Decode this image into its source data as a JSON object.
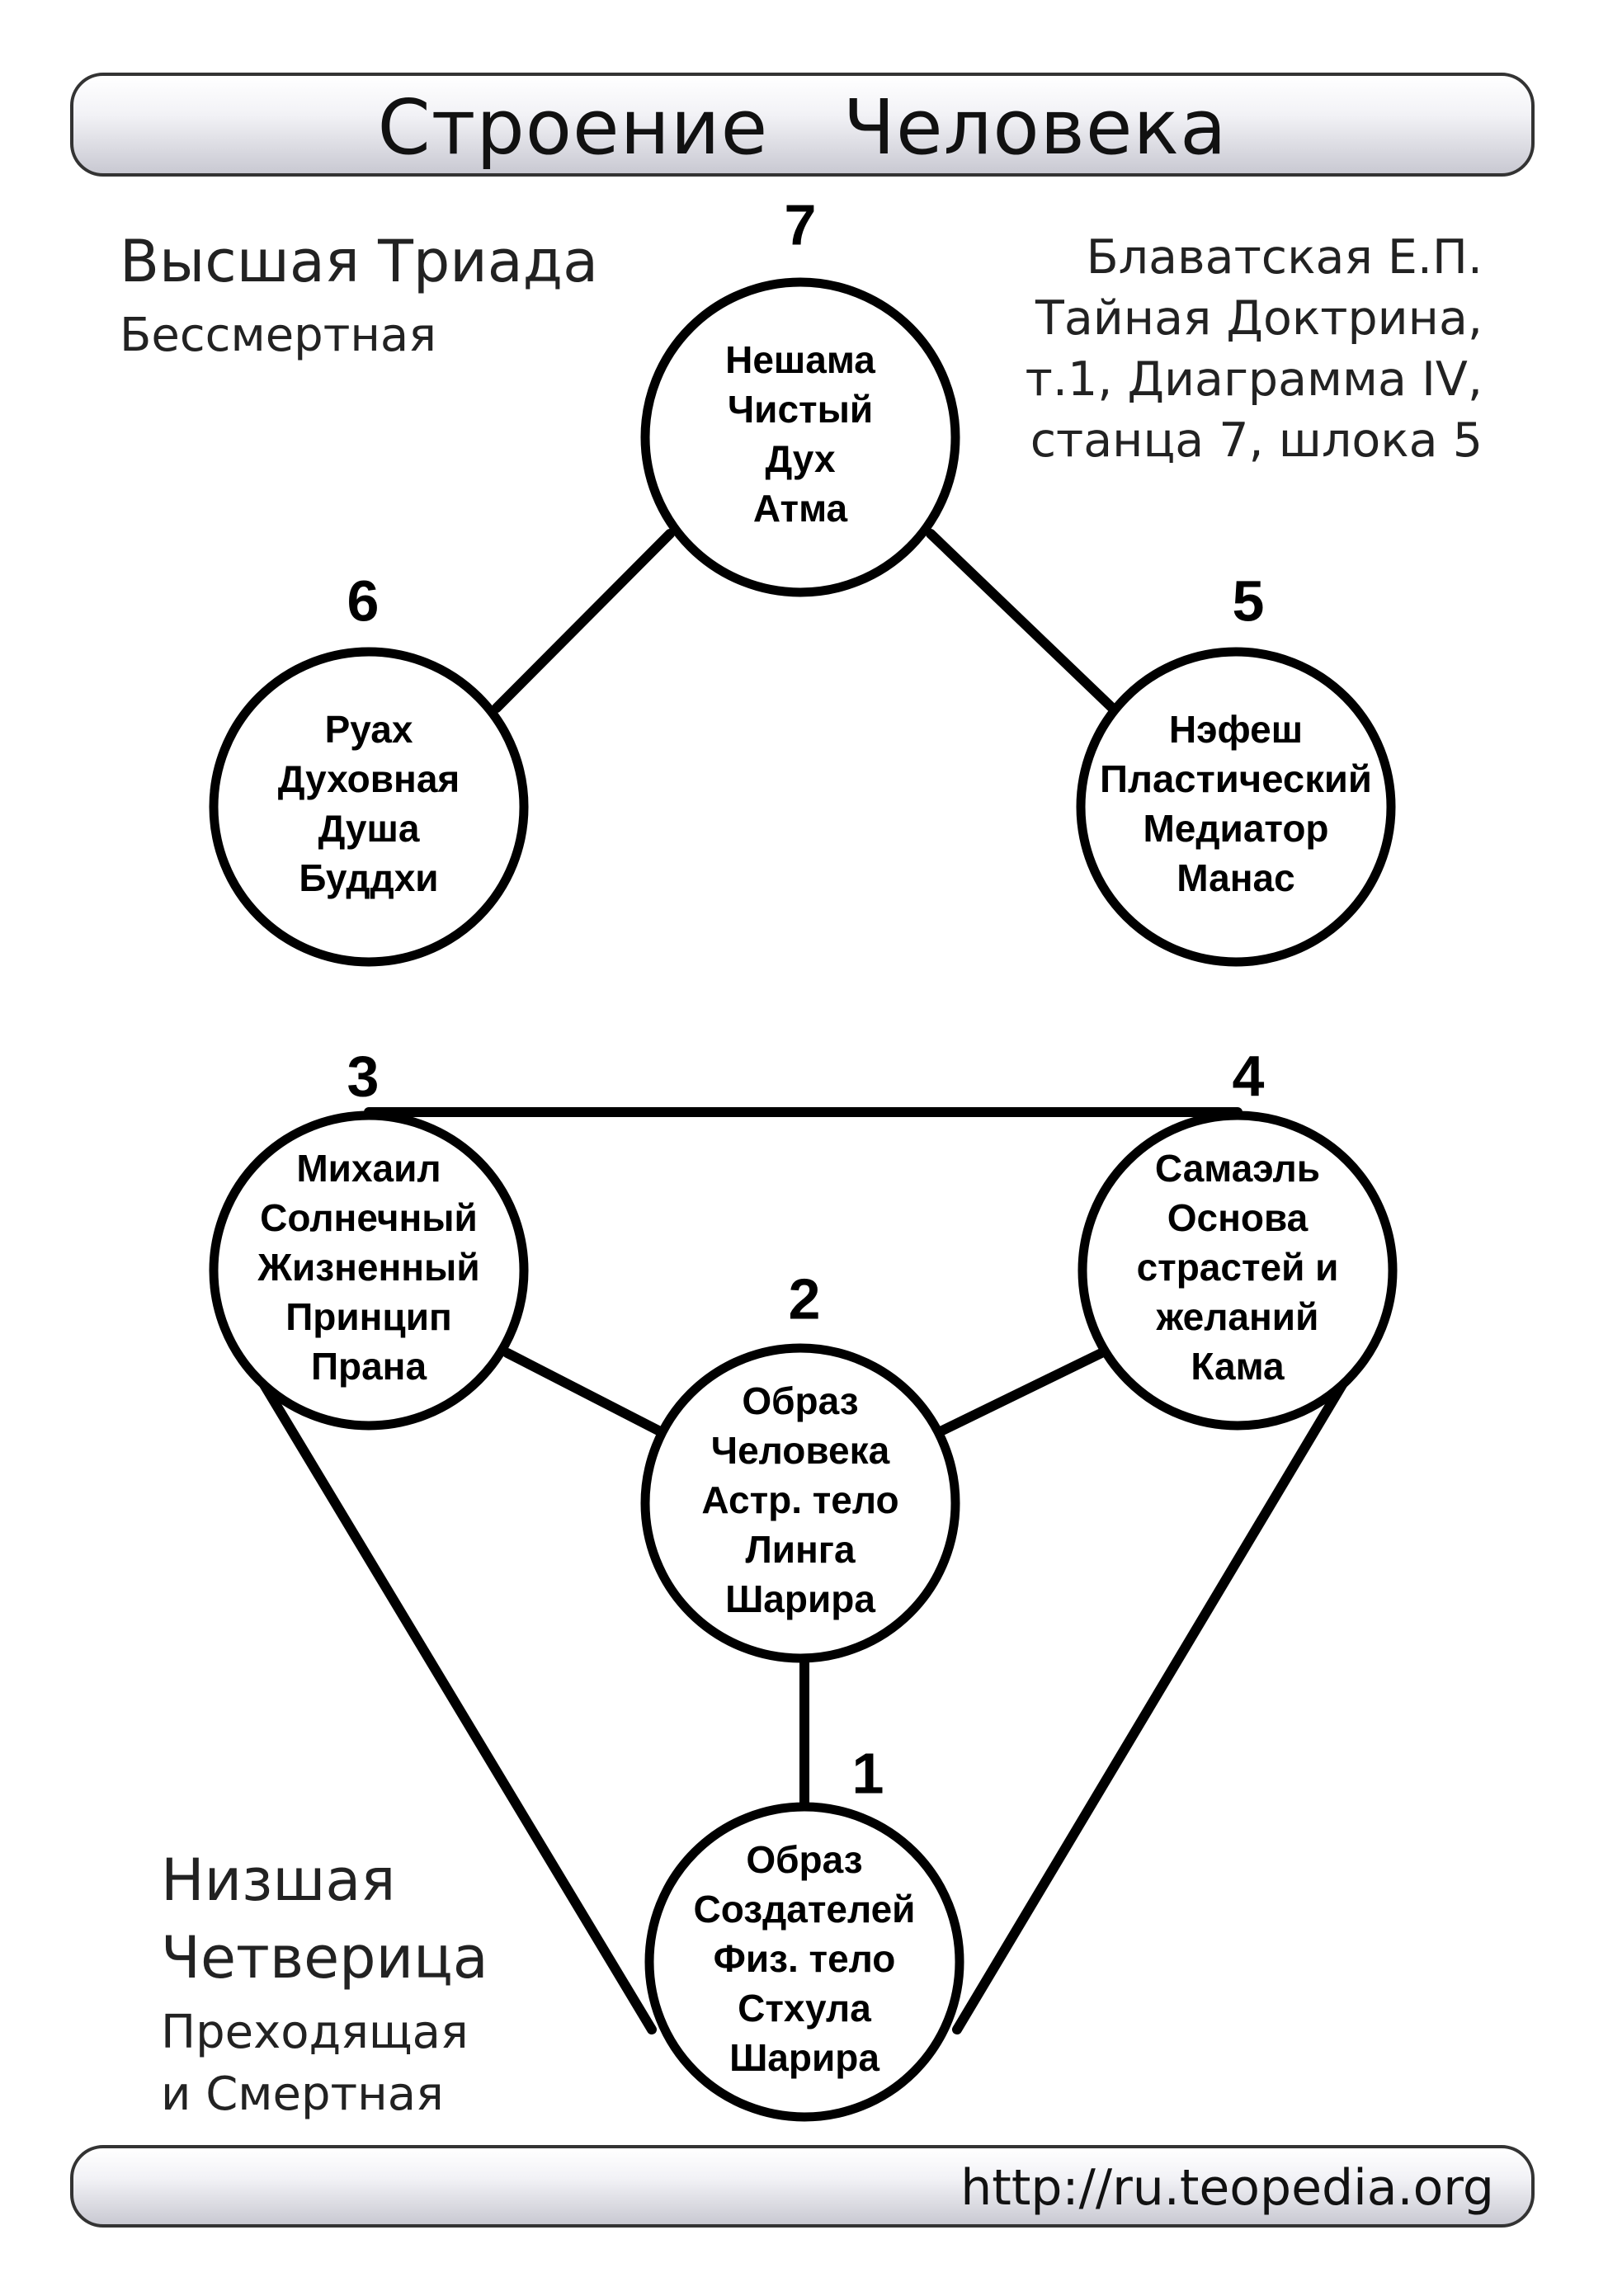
{
  "title": "Строение   Человека",
  "upper_group": {
    "heading": "Высшая Триада",
    "subheading": "Бессмертная"
  },
  "reference_lines": [
    "Блаватская Е.П.",
    "Тайная Доктрина,",
    "т.1, Диаграмма IV,",
    "станца 7, шлока 5"
  ],
  "lower_group": {
    "heading_lines": [
      "Низшая",
      "Четверица"
    ],
    "subheading_lines": [
      "Преходящая",
      "и Смертная"
    ]
  },
  "nodes": [
    {
      "id": "n7",
      "number": "7",
      "lines": [
        "Нешама",
        "Чистый",
        "Дух",
        "Атма"
      ]
    },
    {
      "id": "n6",
      "number": "6",
      "lines": [
        "Руах",
        "Духовная",
        "Душа",
        "Буддхи"
      ]
    },
    {
      "id": "n5",
      "number": "5",
      "lines": [
        "Нэфеш",
        "Пластический",
        "Медиатор",
        "Манас"
      ]
    },
    {
      "id": "n3",
      "number": "3",
      "lines": [
        "Михаил",
        "Солнечный",
        "Жизненный",
        "Принцип",
        "Прана"
      ]
    },
    {
      "id": "n4",
      "number": "4",
      "lines": [
        "Самаэль",
        "Основа",
        "страстей и",
        "желаний",
        "Кама"
      ]
    },
    {
      "id": "n2",
      "number": "2",
      "lines": [
        "Образ",
        "Человека",
        "Астр. тело",
        "Линга",
        "Шарира"
      ]
    },
    {
      "id": "n1",
      "number": "1",
      "lines": [
        "Образ",
        "Создателей",
        "Физ. тело",
        "Стхула",
        "Шарира"
      ]
    }
  ],
  "edges": [
    [
      "n7",
      "n6"
    ],
    [
      "n7",
      "n5"
    ],
    [
      "n3",
      "n4"
    ],
    [
      "n3",
      "n2"
    ],
    [
      "n4",
      "n2"
    ],
    [
      "n2",
      "n1"
    ],
    [
      "n3",
      "n1"
    ],
    [
      "n4",
      "n1"
    ]
  ],
  "footer_url": "http://ru.teopedia.org"
}
